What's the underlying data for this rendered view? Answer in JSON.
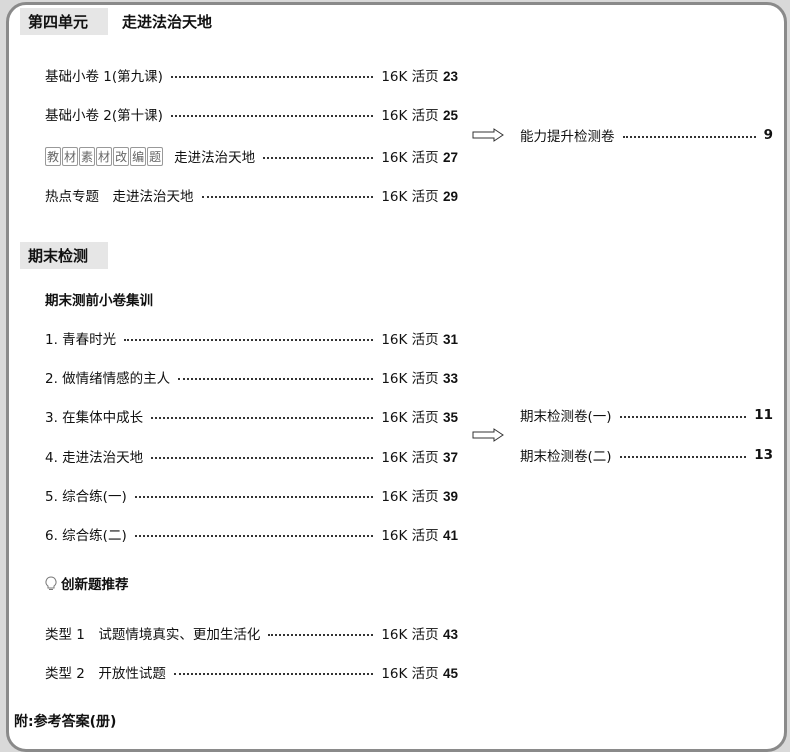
{
  "unit4": {
    "tag": "第四单元",
    "title": "走进法治天地",
    "rows": [
      {
        "label": "基础小卷 1(第九课)",
        "page": "16K 活页",
        "num": "23"
      },
      {
        "label": "基础小卷 2(第十课)",
        "page": "16K 活页",
        "num": "25"
      },
      {
        "label": "走进法治天地",
        "boxes": [
          "教",
          "材",
          "素",
          "材",
          "改",
          "编",
          "题"
        ],
        "page": "16K 活页",
        "num": "27"
      },
      {
        "label": "热点专题　走进法治天地",
        "page": "16K 活页",
        "num": "29"
      }
    ],
    "right": {
      "label": "能力提升检测卷",
      "num": "9"
    }
  },
  "final": {
    "tag": "期末检测",
    "subtitle": "期末测前小卷集训",
    "rows": [
      {
        "label": "1. 青春时光",
        "page": "16K 活页",
        "num": "31"
      },
      {
        "label": "2. 做情绪情感的主人",
        "page": "16K 活页",
        "num": "33"
      },
      {
        "label": "3. 在集体中成长",
        "page": "16K 活页",
        "num": "35"
      },
      {
        "label": "4. 走进法治天地",
        "page": "16K 活页",
        "num": "37"
      },
      {
        "label": "5. 综合练(一)",
        "page": "16K 活页",
        "num": "39"
      },
      {
        "label": "6. 综合练(二)",
        "page": "16K 活页",
        "num": "41"
      }
    ],
    "right": [
      {
        "label": "期末检测卷(一)",
        "num": "11"
      },
      {
        "label": "期末检测卷(二)",
        "num": "13"
      }
    ]
  },
  "innovation": {
    "title": "创新题推荐",
    "rows": [
      {
        "label": "类型 1　试题情境真实、更加生活化",
        "page": "16K 活页",
        "num": "43"
      },
      {
        "label": "类型 2　开放性试题",
        "page": "16K 活页",
        "num": "45"
      }
    ]
  },
  "appendix": "附:参考答案(册)"
}
